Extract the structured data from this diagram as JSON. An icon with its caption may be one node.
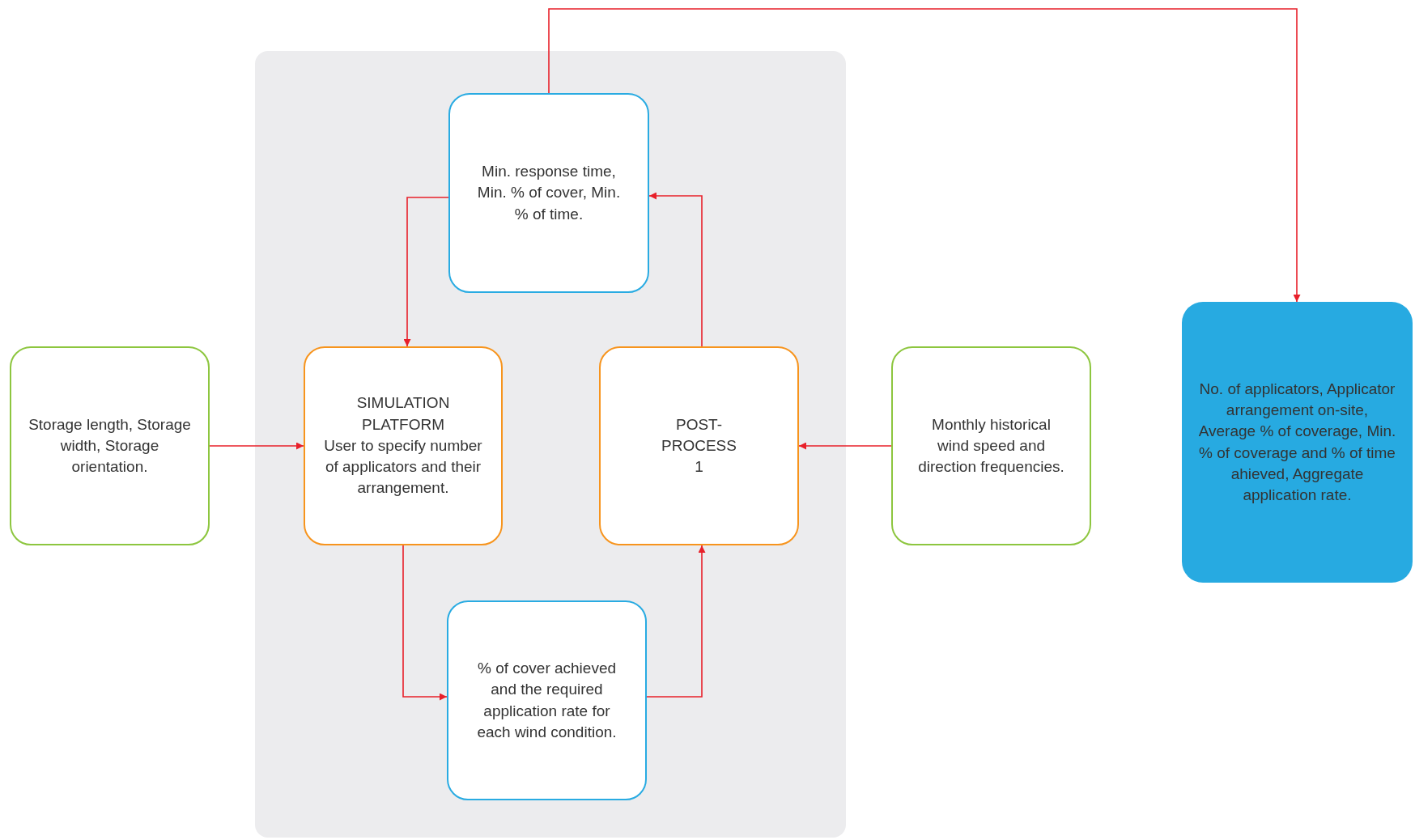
{
  "diagram": {
    "nodes": [
      {
        "text": [],
        "shape": "box"
      },
      {
        "text": [
          "Min. response time, Min. % of cover, Min. % of time."
        ],
        "in": 0
      },
      {
        "text": [
          "Storage length, Storage width, Storage orientation."
        ]
      },
      {
        "text": [
          "SIMULATION PLATFORM",
          "User to specify number of applicators and their arrangement."
        ],
        "in": 0
      },
      {
        "text": [
          "POST-PROCESS 1"
        ],
        "in": 0
      },
      {
        "text": [
          "Monthly historical wind speed and direction frequencies."
        ]
      },
      {
        "text": [
          "No. of applicators, Applicator arrangement on-site, Average % of coverage, Min. % of coverage and % of time ahieved, Aggregate application rate."
        ]
      },
      {
        "text": [
          "% of cover achieved and the required application rate for each wind condition."
        ],
        "in": 0
      }
    ],
    "edges": [
      {
        "from": 2,
        "to": 3,
        "arrow": "to"
      },
      {
        "from": 5,
        "to": 4,
        "arrow": "to"
      },
      {
        "from": 1,
        "to": 3,
        "arrow": "to"
      },
      {
        "from": 3,
        "to": 7,
        "arrow": "to"
      },
      {
        "from": 7,
        "to": 4,
        "arrow": "to"
      },
      {
        "from": 4,
        "to": 1,
        "arrow": "to"
      },
      {
        "from": 1,
        "to": 6,
        "arrow": "to"
      }
    ]
  }
}
